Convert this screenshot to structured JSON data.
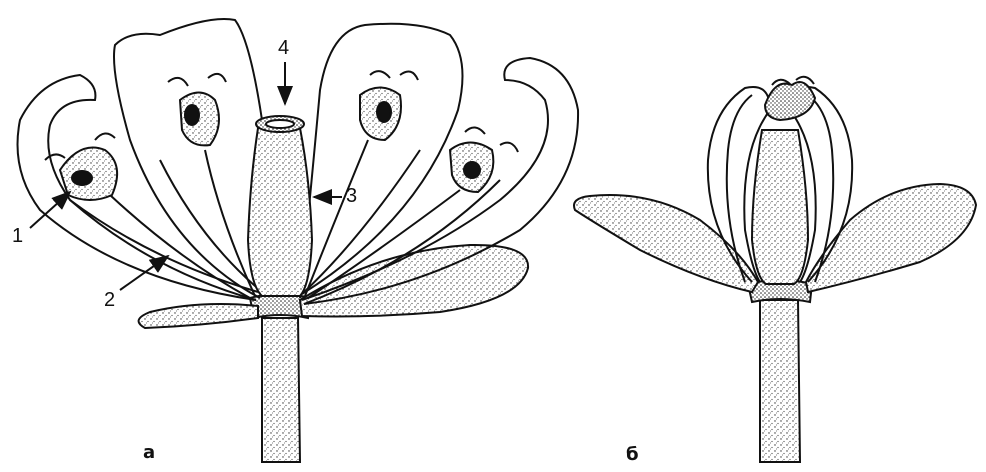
{
  "figure": {
    "callouts": [
      {
        "id": "1",
        "text": "1"
      },
      {
        "id": "2",
        "text": "2"
      },
      {
        "id": "3",
        "text": "3"
      },
      {
        "id": "4",
        "text": "4"
      }
    ],
    "panels": [
      {
        "id": "a",
        "text": "а"
      },
      {
        "id": "b",
        "text": "б"
      }
    ],
    "colors": {
      "ink": "#111111",
      "background": "#ffffff"
    }
  }
}
